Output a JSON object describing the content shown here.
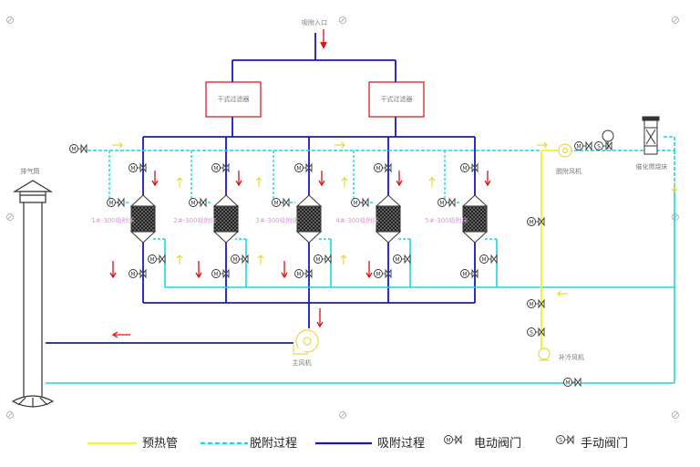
{
  "labels": {
    "air_inlet": "吸附入口",
    "filter_left": "干式过滤器",
    "filter_right": "干式过滤器",
    "adsorbers": [
      "1#-300吸附床",
      "2#-300吸附床",
      "3#-300吸附床",
      "4#-300吸附床",
      "5#-300吸附床"
    ],
    "stack": "排气筒",
    "main_fan": "主风机",
    "desorb_fan": "脱附风机",
    "preheat_fan": "补冷风机",
    "catalytic": "催化燃烧床"
  },
  "valve_letters": {
    "electric": "M",
    "manual": "S"
  },
  "legend": {
    "preheat": "预热管",
    "desorption": "脱附过程",
    "adsorption": "吸附过程",
    "electric_valve": "电动阀门",
    "manual_valve": "手动阀门"
  },
  "colors": {
    "adsorption": "#1616c8",
    "desorption": "#19d6e6",
    "preheat": "#f2f23a",
    "arrow": "#e01010",
    "filter_box": "#d01010",
    "equipment": "#444444"
  }
}
